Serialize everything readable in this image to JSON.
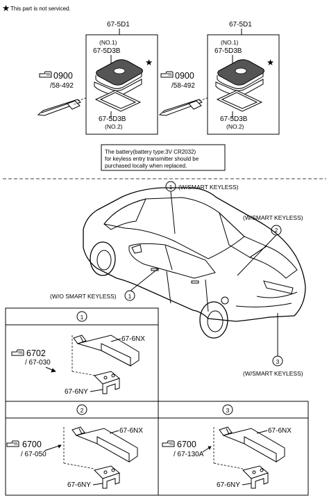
{
  "note": {
    "star": "★",
    "text": "This part is not serviced."
  },
  "transmitter_groups": [
    {
      "assembly": "67-5D1",
      "no1_tag": "(NO.1)",
      "no1_part": "67-5D3B",
      "no2_part": "67-5D3B",
      "no2_tag": "(NO.2)",
      "ref_main": "0900",
      "ref_sub": "/58-492"
    },
    {
      "assembly": "67-5D1",
      "no1_tag": "(NO.1)",
      "no1_part": "67-5D3B",
      "no2_part": "67-5D3B",
      "no2_tag": "(NO.2)",
      "ref_main": "0900",
      "ref_sub": "/58-492"
    }
  ],
  "battery_note": [
    "The battery(battery type:3V CR2032)",
    "for keyless entry transmitter should be",
    "purchased locally when replaced."
  ],
  "vehicle_callouts": {
    "c1_top_num": "1",
    "c1_top_text": "(W/SMART KEYLESS)",
    "c2_num": "2",
    "c2_text": "(W/SMART KEYLESS)",
    "c1_left_text": "(W/O SMART KEYLESS)",
    "c1_left_num": "1",
    "c3_num": "3",
    "c3_text": "(W/SMART KEYLESS)"
  },
  "detail_panels": [
    {
      "num": "1",
      "part_upper": "67-6NX",
      "part_lower": "67-6NY",
      "ref_main": "6702",
      "ref_sub": "/ 67-030"
    },
    {
      "num": "2",
      "part_upper": "67-6NX",
      "part_lower": "67-6NY",
      "ref_main": "6700",
      "ref_sub": "/ 67-050"
    },
    {
      "num": "3",
      "part_upper": "67-6NX",
      "part_lower": "67-6NY",
      "ref_main": "6700",
      "ref_sub": "/ 67-130A"
    }
  ]
}
